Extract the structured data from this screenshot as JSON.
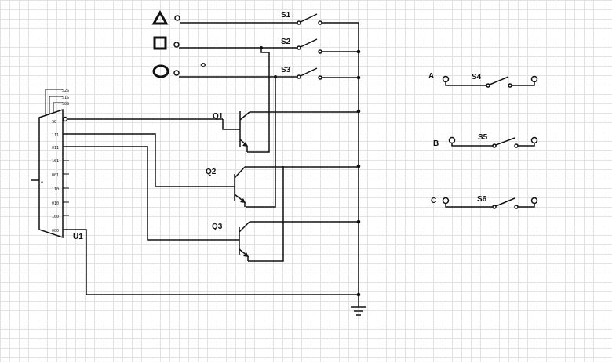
{
  "inputs": [
    "triangle-icon",
    "square-icon",
    "circle-icon"
  ],
  "switches": {
    "s1": "S1",
    "s2": "S2",
    "s3": "S3",
    "s4": "S4",
    "s5": "S5",
    "s6": "S6"
  },
  "transistors": {
    "q1": "Q1",
    "q2": "Q2",
    "q3": "Q3"
  },
  "outputs": {
    "a": "A",
    "b": "B",
    "c": "C"
  },
  "mux": {
    "label": "U1",
    "side_label": "A",
    "pins": [
      "SO",
      "111",
      "011",
      "101",
      "001",
      "110",
      "010",
      "100",
      "000"
    ],
    "top_pins": [
      "S2S",
      "S1S",
      "S0S"
    ]
  }
}
